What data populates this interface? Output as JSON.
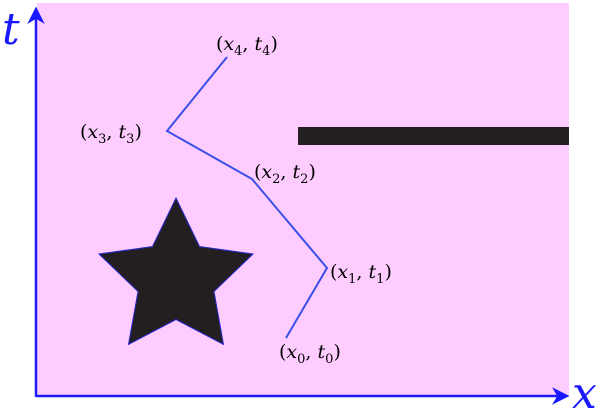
{
  "axes": {
    "x_label": "x",
    "t_label": "t",
    "color": "#1a1aff"
  },
  "region": {
    "fill": "#ffccff"
  },
  "path": {
    "color": "#3a4ee8",
    "points": [
      {
        "var": "x",
        "time": "t",
        "index": "0"
      },
      {
        "var": "x",
        "time": "t",
        "index": "1"
      },
      {
        "var": "x",
        "time": "t",
        "index": "2"
      },
      {
        "var": "x",
        "time": "t",
        "index": "3"
      },
      {
        "var": "x",
        "time": "t",
        "index": "4"
      }
    ]
  },
  "obstacles": {
    "fill": "#231f20",
    "items": [
      "star-icon",
      "bar"
    ]
  }
}
